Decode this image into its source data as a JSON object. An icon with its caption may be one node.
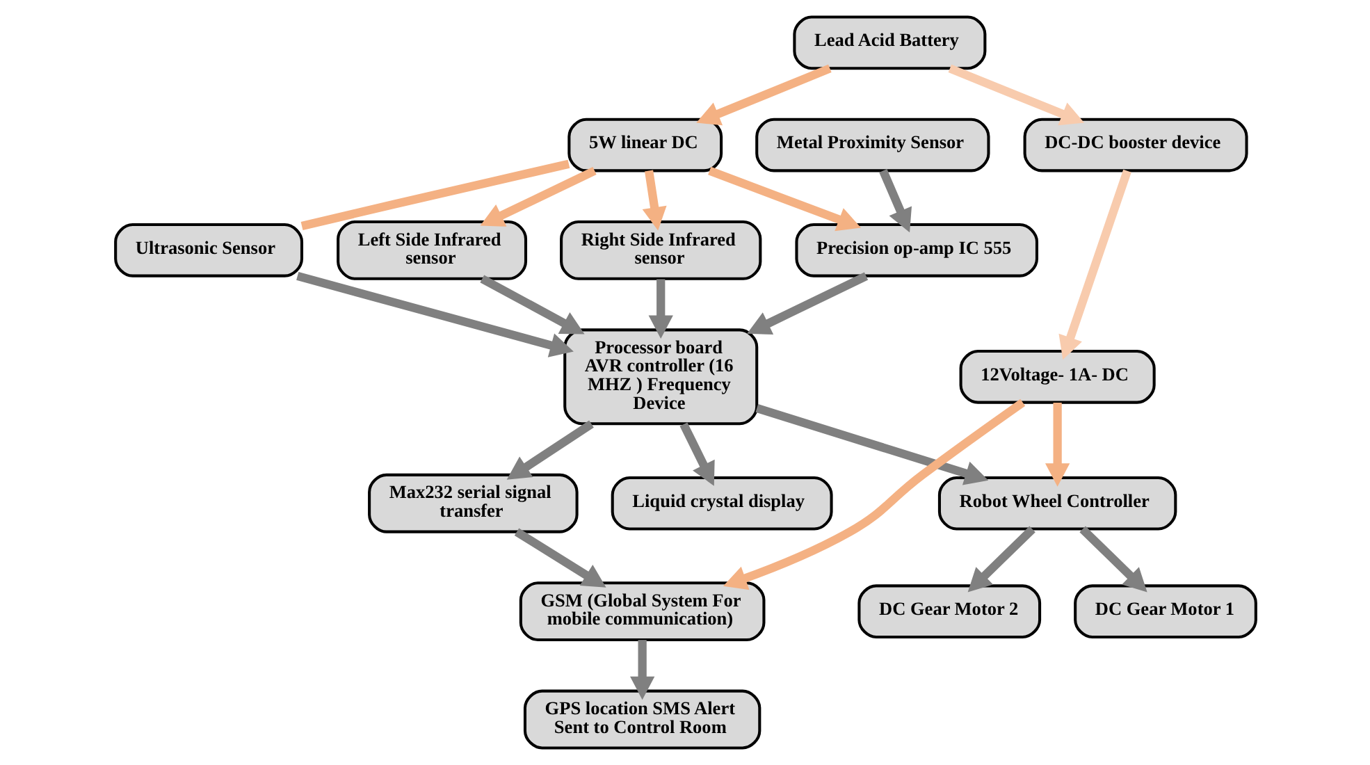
{
  "diagram": {
    "nodes": [
      {
        "text": [
          "5W linear DC"
        ]
      },
      {
        "text": [
          "Lead Acid Battery"
        ]
      },
      {
        "text": [
          "Ultrasonic Sensor"
        ]
      },
      {
        "text": [
          "Metal Proximity Sensor"
        ]
      },
      {
        "text": [
          "Left Side Infrared sensor"
        ]
      },
      {
        "text": [
          "DC-DC booster device"
        ]
      },
      {
        "text": [
          "Processor board AVR controller (16 MHZ ) Frequency Device"
        ]
      },
      {
        "text": [
          "Right Side Infrared sensor"
        ]
      },
      {
        "text": [
          "Precision op-amp IC 555"
        ]
      },
      {
        "text": [
          "12Voltage- 1A- DC"
        ]
      },
      {
        "text": [
          "Max232 serial signal transfer"
        ]
      },
      {
        "text": [
          "Liquid crystal display"
        ]
      },
      {
        "text": [
          "GSM (Global System For mobile communication)"
        ]
      },
      {
        "text": [
          "Robot Wheel Controller"
        ]
      },
      {
        "text": [
          "DC Gear Motor 2"
        ]
      },
      {
        "text": [
          "GPS location SMS Alert Sent to Control Room"
        ]
      },
      {
        "text": [
          "DC Gear Motor 1"
        ]
      }
    ],
    "edges": [
      {
        "from": 1,
        "to": 0,
        "arrow": "to",
        "color": "#f4b183"
      },
      {
        "from": 0,
        "to": 2,
        "arrow": "none",
        "color": "#f4b183"
      },
      {
        "from": 0,
        "to": 8,
        "arrow": "to",
        "color": "#f4b183"
      },
      {
        "from": 0,
        "to": 4,
        "arrow": "to",
        "color": "#f4b183"
      },
      {
        "from": 0,
        "to": 7,
        "arrow": "to",
        "color": "#f4b183"
      },
      {
        "from": 1,
        "to": 5,
        "arrow": "to",
        "color": "#f8cbad"
      },
      {
        "from": 5,
        "to": 9,
        "arrow": "to",
        "color": "#f8cbad"
      },
      {
        "from": 9,
        "to": 12,
        "arrow": "to",
        "color": "#f4b183"
      },
      {
        "from": 9,
        "to": 13,
        "arrow": "to",
        "color": "#f4b183"
      },
      {
        "from": 3,
        "to": 8,
        "arrow": "to"
      },
      {
        "from": 2,
        "to": 6,
        "arrow": "to"
      },
      {
        "from": 8,
        "to": 6,
        "arrow": "to"
      },
      {
        "from": 4,
        "to": 6,
        "arrow": "to"
      },
      {
        "from": 7,
        "to": 6,
        "arrow": "to"
      },
      {
        "from": 6,
        "to": 10,
        "arrow": "to"
      },
      {
        "from": 6,
        "to": 11,
        "arrow": "to"
      },
      {
        "from": 10,
        "to": 12,
        "arrow": "to"
      },
      {
        "from": 12,
        "to": 15,
        "arrow": "to"
      },
      {
        "from": 6,
        "to": 13,
        "arrow": "to"
      },
      {
        "from": 13,
        "to": 14,
        "arrow": "to"
      },
      {
        "from": 13,
        "to": 16,
        "arrow": "to"
      }
    ]
  }
}
